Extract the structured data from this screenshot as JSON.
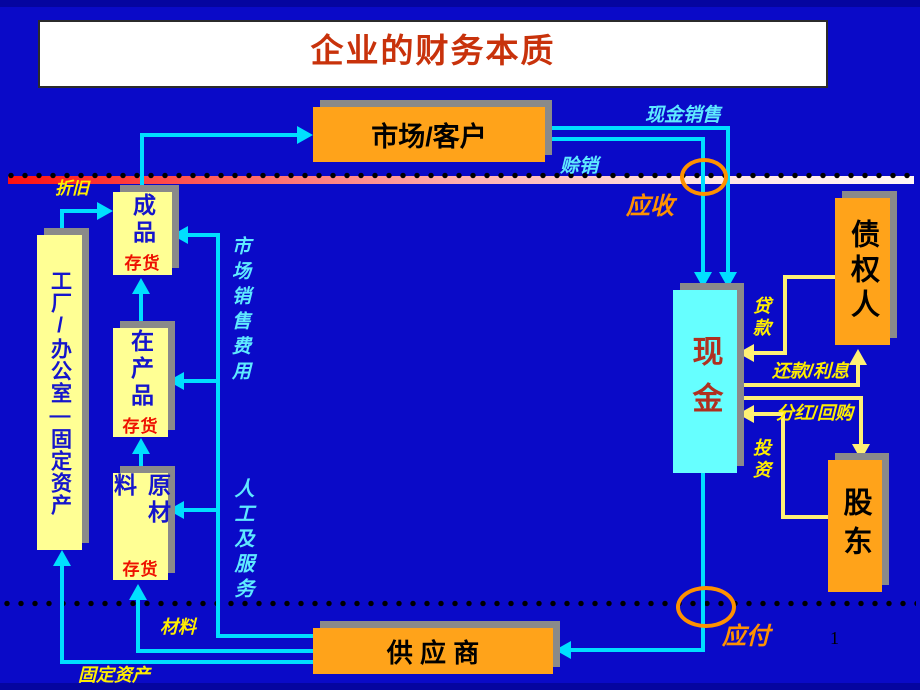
{
  "slide": {
    "title": "企业的财务本质",
    "page_number": "1"
  },
  "nodes": {
    "market": {
      "label": "市场/客户"
    },
    "factory": {
      "label": "工厂/办公室—固定资产"
    },
    "finished_goods": {
      "label": "成品",
      "tag": "存货"
    },
    "work_in_process": {
      "label": "在产品",
      "tag": "存货"
    },
    "raw_materials": {
      "label": "原材料",
      "tag": "存货"
    },
    "cash": {
      "label": "现金"
    },
    "creditors": {
      "label": "债权人"
    },
    "shareholders": {
      "label": "股东"
    },
    "supplier": {
      "label": "供 应 商"
    }
  },
  "flows": {
    "cash_sales": "现金销售",
    "credit_sales": "赊销",
    "receivables": "应收",
    "payables": "应付",
    "depreciation": "折旧",
    "marketing_selling_expense": "市场销售费用",
    "labor_and_services": "人工及服务",
    "materials": "材料",
    "fixed_assets": "固定资产",
    "loan": "贷款",
    "repayment_interest": "还款/利息",
    "dividend_buyback": "分红/回购",
    "investment": "投资"
  },
  "colors": {
    "background": "#0A0AC8",
    "title_text": "#C8320B",
    "orange_box": "#FFA31A",
    "yellow_box": "#FFFF94",
    "cash_box": "#66FFFF",
    "cash_text": "#B03020",
    "blue_text": "#1515CC",
    "inventory_tag_text": "#EE1100",
    "cyan_line": "#00DFFF",
    "yellow_line": "#FFF176",
    "accent_orange": "#FF9100",
    "shadow": "#8A8A8A",
    "boundary_band_red": "#FF1111"
  }
}
